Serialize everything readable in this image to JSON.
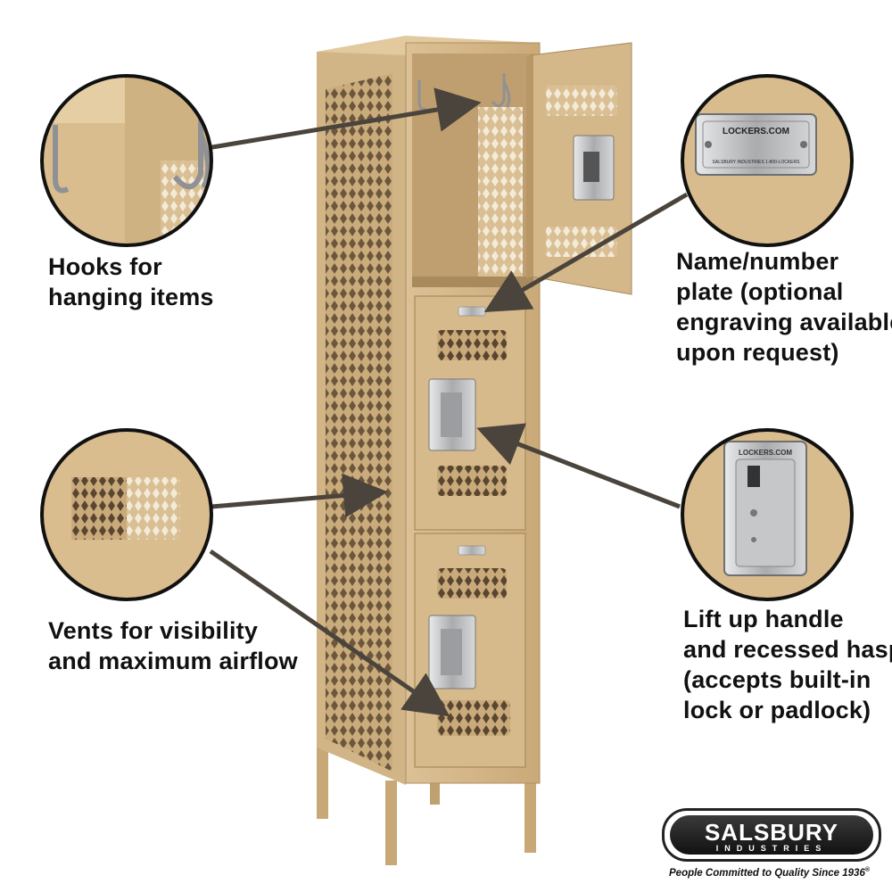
{
  "captions": {
    "hooks": [
      "Hooks for",
      "hanging items"
    ],
    "nameplate": [
      "Name/number",
      "plate (optional",
      "engraving available",
      "upon request)"
    ],
    "vents": [
      "Vents for visibility",
      "and maximum airflow"
    ],
    "handle": [
      "Lift up handle",
      "and recessed hasp",
      "(accepts built-in",
      "lock or padlock)"
    ]
  },
  "nameplate_text": {
    "top": "LOCKERS.COM",
    "bottom": "SALSBURY INDUSTRIES  1-800-LOCKERS"
  },
  "hasp_text": "LOCKERS.COM",
  "logo": {
    "word": "SALSBURY",
    "sub": "INDUSTRIES",
    "tagline": "People Committed to Quality Since 1936",
    "mark": "®"
  },
  "colors": {
    "tan": "#d6b98b",
    "tan_dark": "#b89767",
    "tan_light": "#e6cda2",
    "steel": "#b7b9bb",
    "arrow": "#4a443c"
  }
}
